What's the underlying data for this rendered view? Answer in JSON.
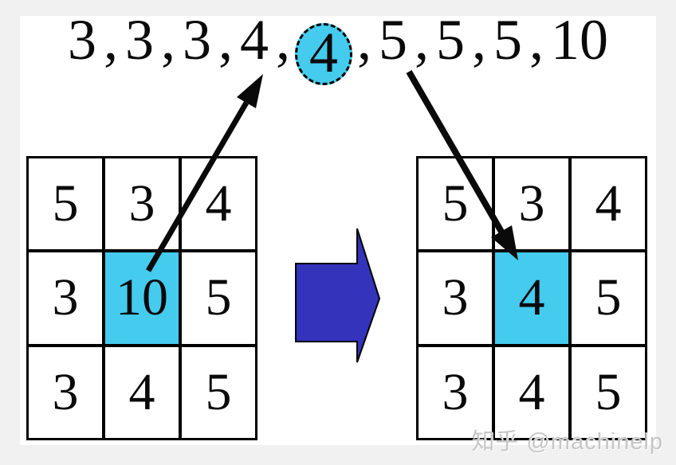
{
  "sequence": {
    "values": [
      "3",
      "3",
      "3",
      "4",
      "4",
      "5",
      "5",
      "5",
      "10"
    ],
    "separator": ",",
    "circled_index": 4,
    "circled_value": "4"
  },
  "left_grid": {
    "rows": [
      [
        "5",
        "3",
        "4"
      ],
      [
        "3",
        "10",
        "5"
      ],
      [
        "3",
        "4",
        "5"
      ]
    ],
    "highlight_row": 1,
    "highlight_col": 1
  },
  "right_grid": {
    "rows": [
      [
        "5",
        "3",
        "4"
      ],
      [
        "3",
        "4",
        "5"
      ],
      [
        "3",
        "4",
        "5"
      ]
    ],
    "highlight_row": 1,
    "highlight_col": 1
  },
  "colors": {
    "highlight": "#44CBEE",
    "block_arrow": "#3433BB",
    "line_arrow": "#000000",
    "grid_line": "#000000",
    "frame_background": "#F1F1F1",
    "panel_background": "#FFFFFF",
    "watermark_text": "#C6C6C6"
  },
  "watermark": {
    "text": "知乎 @machinelp"
  }
}
